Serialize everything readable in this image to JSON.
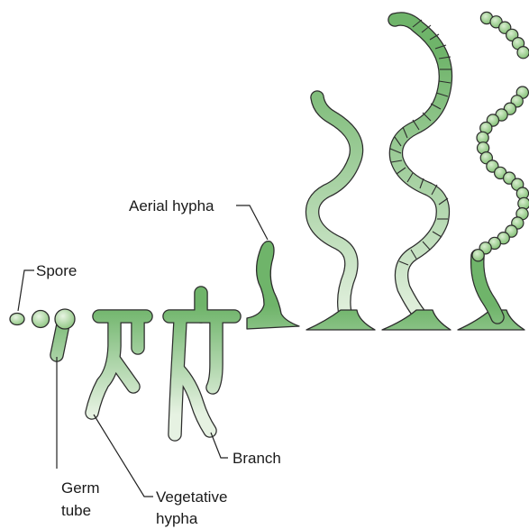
{
  "labels": {
    "spore": "Spore",
    "germ_tube_line1": "Germ",
    "germ_tube_line2": "tube",
    "vegetative_line1": "Vegetative",
    "vegetative_line2": "hypha",
    "branch": "Branch",
    "aerial": "Aerial hypha"
  },
  "colors": {
    "hypha_light": "#e6f2e2",
    "hypha_dark": "#6fb46a",
    "spore_bead": "#9fd08f",
    "outline": "#2c2c2c"
  }
}
